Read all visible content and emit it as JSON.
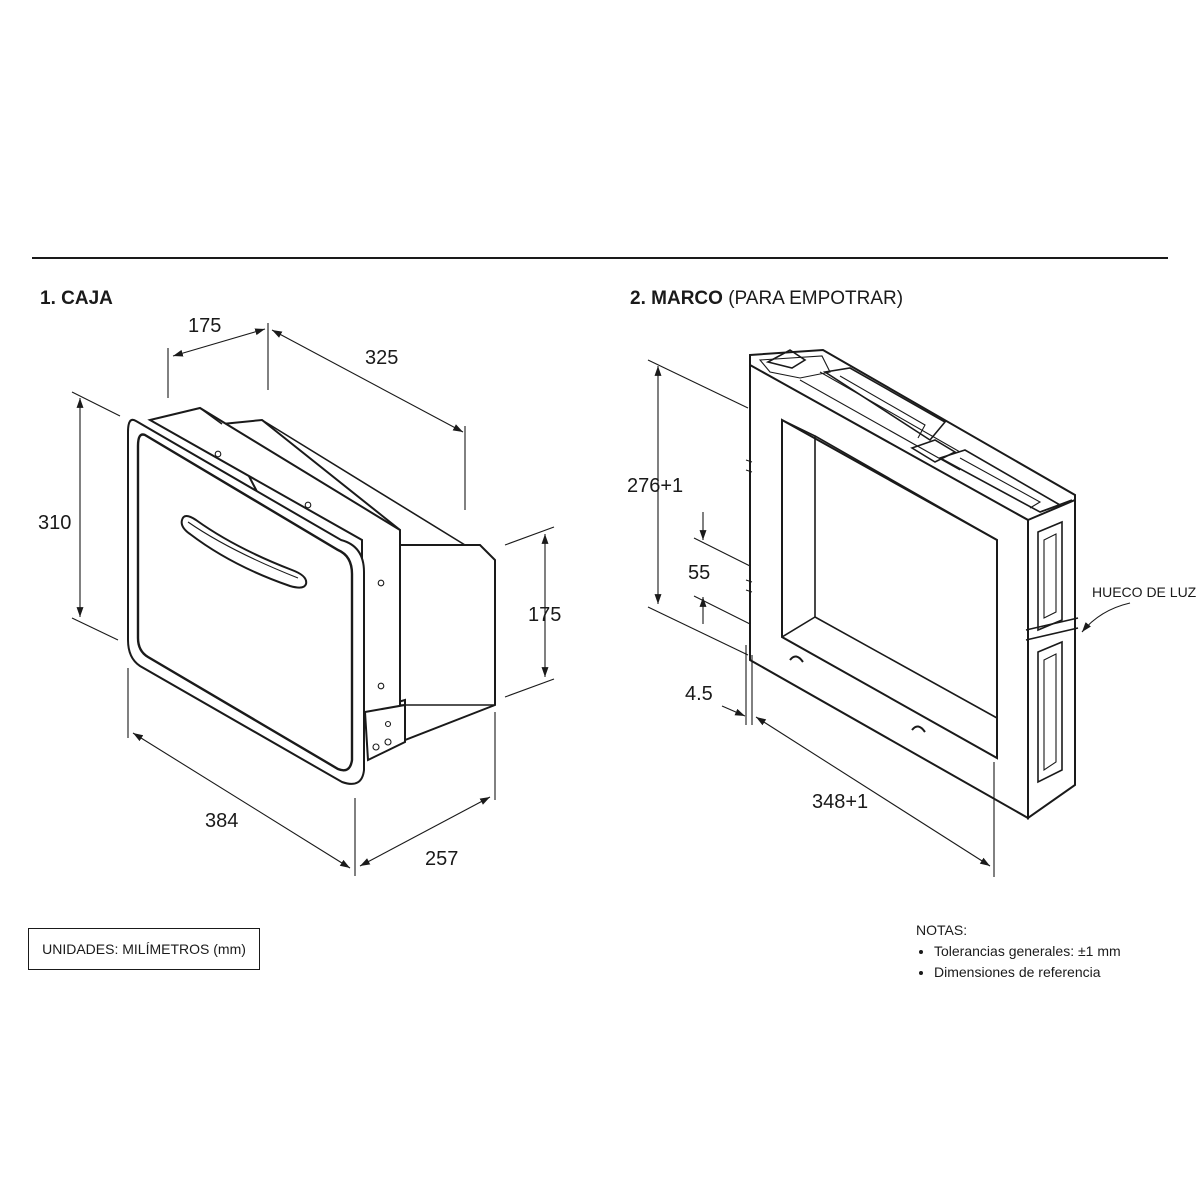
{
  "sections": {
    "caja": {
      "number": "1.",
      "title": "CAJA"
    },
    "marco": {
      "number": "2.",
      "title": "MARCO",
      "subtitle": "(PARA EMPOTRAR)"
    }
  },
  "caja_dims": {
    "depth_top": "175",
    "depth_total": "325",
    "height_front": "310",
    "height_back": "175",
    "width_front": "384",
    "width_back": "257"
  },
  "marco_dims": {
    "height": "276+1",
    "offset": "55",
    "thickness": "4.5",
    "width": "348+1",
    "callout": "HUECO DE LUZ"
  },
  "units": "UNIDADES: MILÍMETROS (mm)",
  "notes": {
    "heading": "NOTAS:",
    "items": [
      "Tolerancias generales: ±1 mm",
      "Dimensiones de referencia"
    ]
  }
}
